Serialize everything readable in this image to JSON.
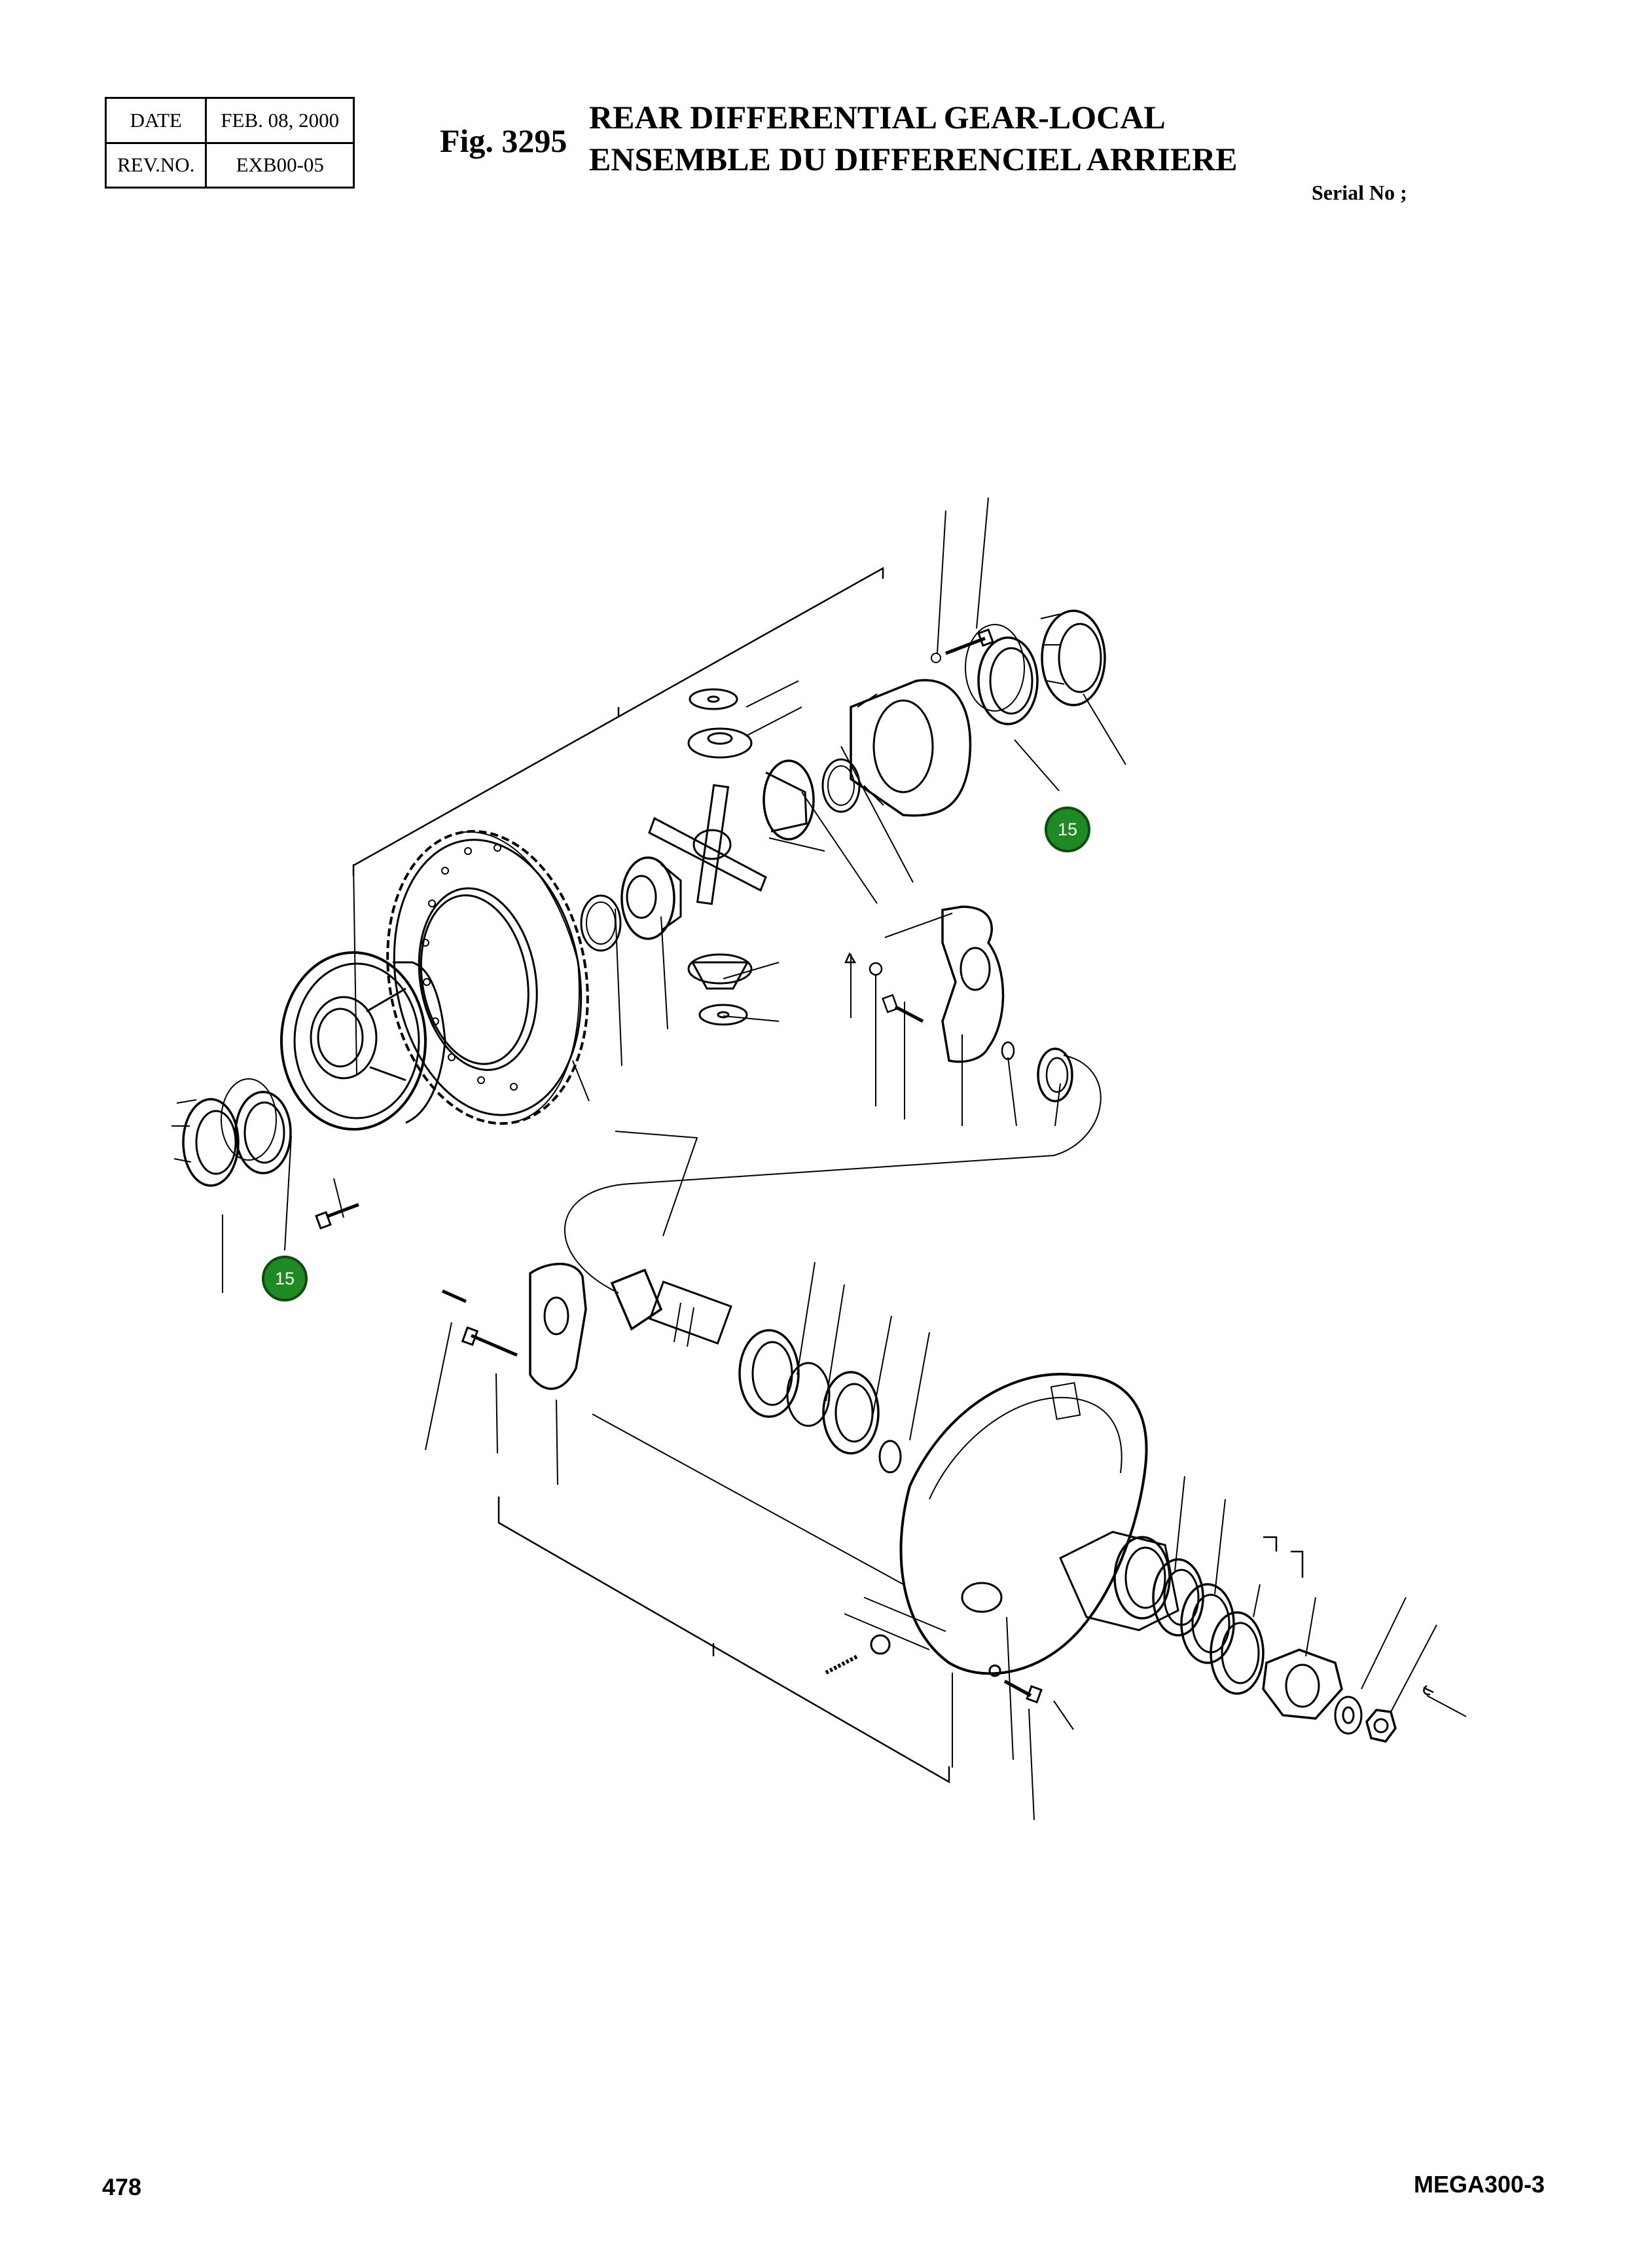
{
  "header": {
    "date_label": "DATE",
    "date_value": "FEB. 08, 2000",
    "rev_label": "REV.NO.",
    "rev_value": "EXB00-05"
  },
  "figure": {
    "number": "Fig. 3295",
    "title_en": "REAR DIFFERENTIAL GEAR-LOCAL",
    "title_fr": "ENSEMBLE DU DIFFERENCIEL ARRIERE",
    "serial": "Serial No ;"
  },
  "callouts": [
    {
      "label": "15"
    },
    {
      "label": "15"
    }
  ],
  "footer": {
    "page": "478",
    "model": "MEGA300-3"
  },
  "colors": {
    "callout_fill": "#1f8a24",
    "line": "#000000"
  }
}
